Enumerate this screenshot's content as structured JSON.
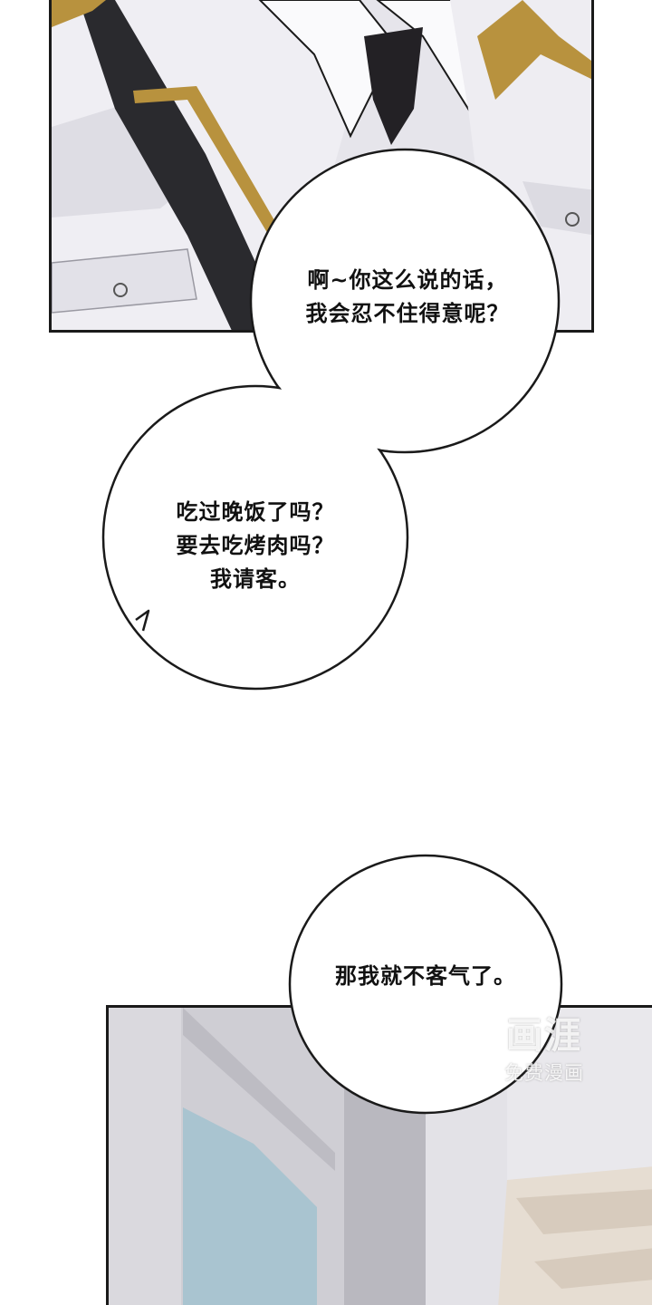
{
  "bubbles": {
    "bubble_1": {
      "line_1": "啊~你这么说的话，",
      "line_2": "我会忍不住得意呢？"
    },
    "bubble_2": {
      "line_1": "吃过晚饭了吗？",
      "line_2": "要去吃烤肉吗？",
      "line_3": "我请客。"
    },
    "bubble_3": {
      "line_1": "那我就不客气了。"
    }
  },
  "watermark": {
    "logo": "画涯",
    "subtitle": "免费漫画"
  },
  "colors": {
    "uniform_white": "#eceaf0",
    "gold_trim": "#b8923e",
    "tie": "#232125",
    "outline": "#1a1a1a",
    "window_glass": "#a9c4d0"
  }
}
